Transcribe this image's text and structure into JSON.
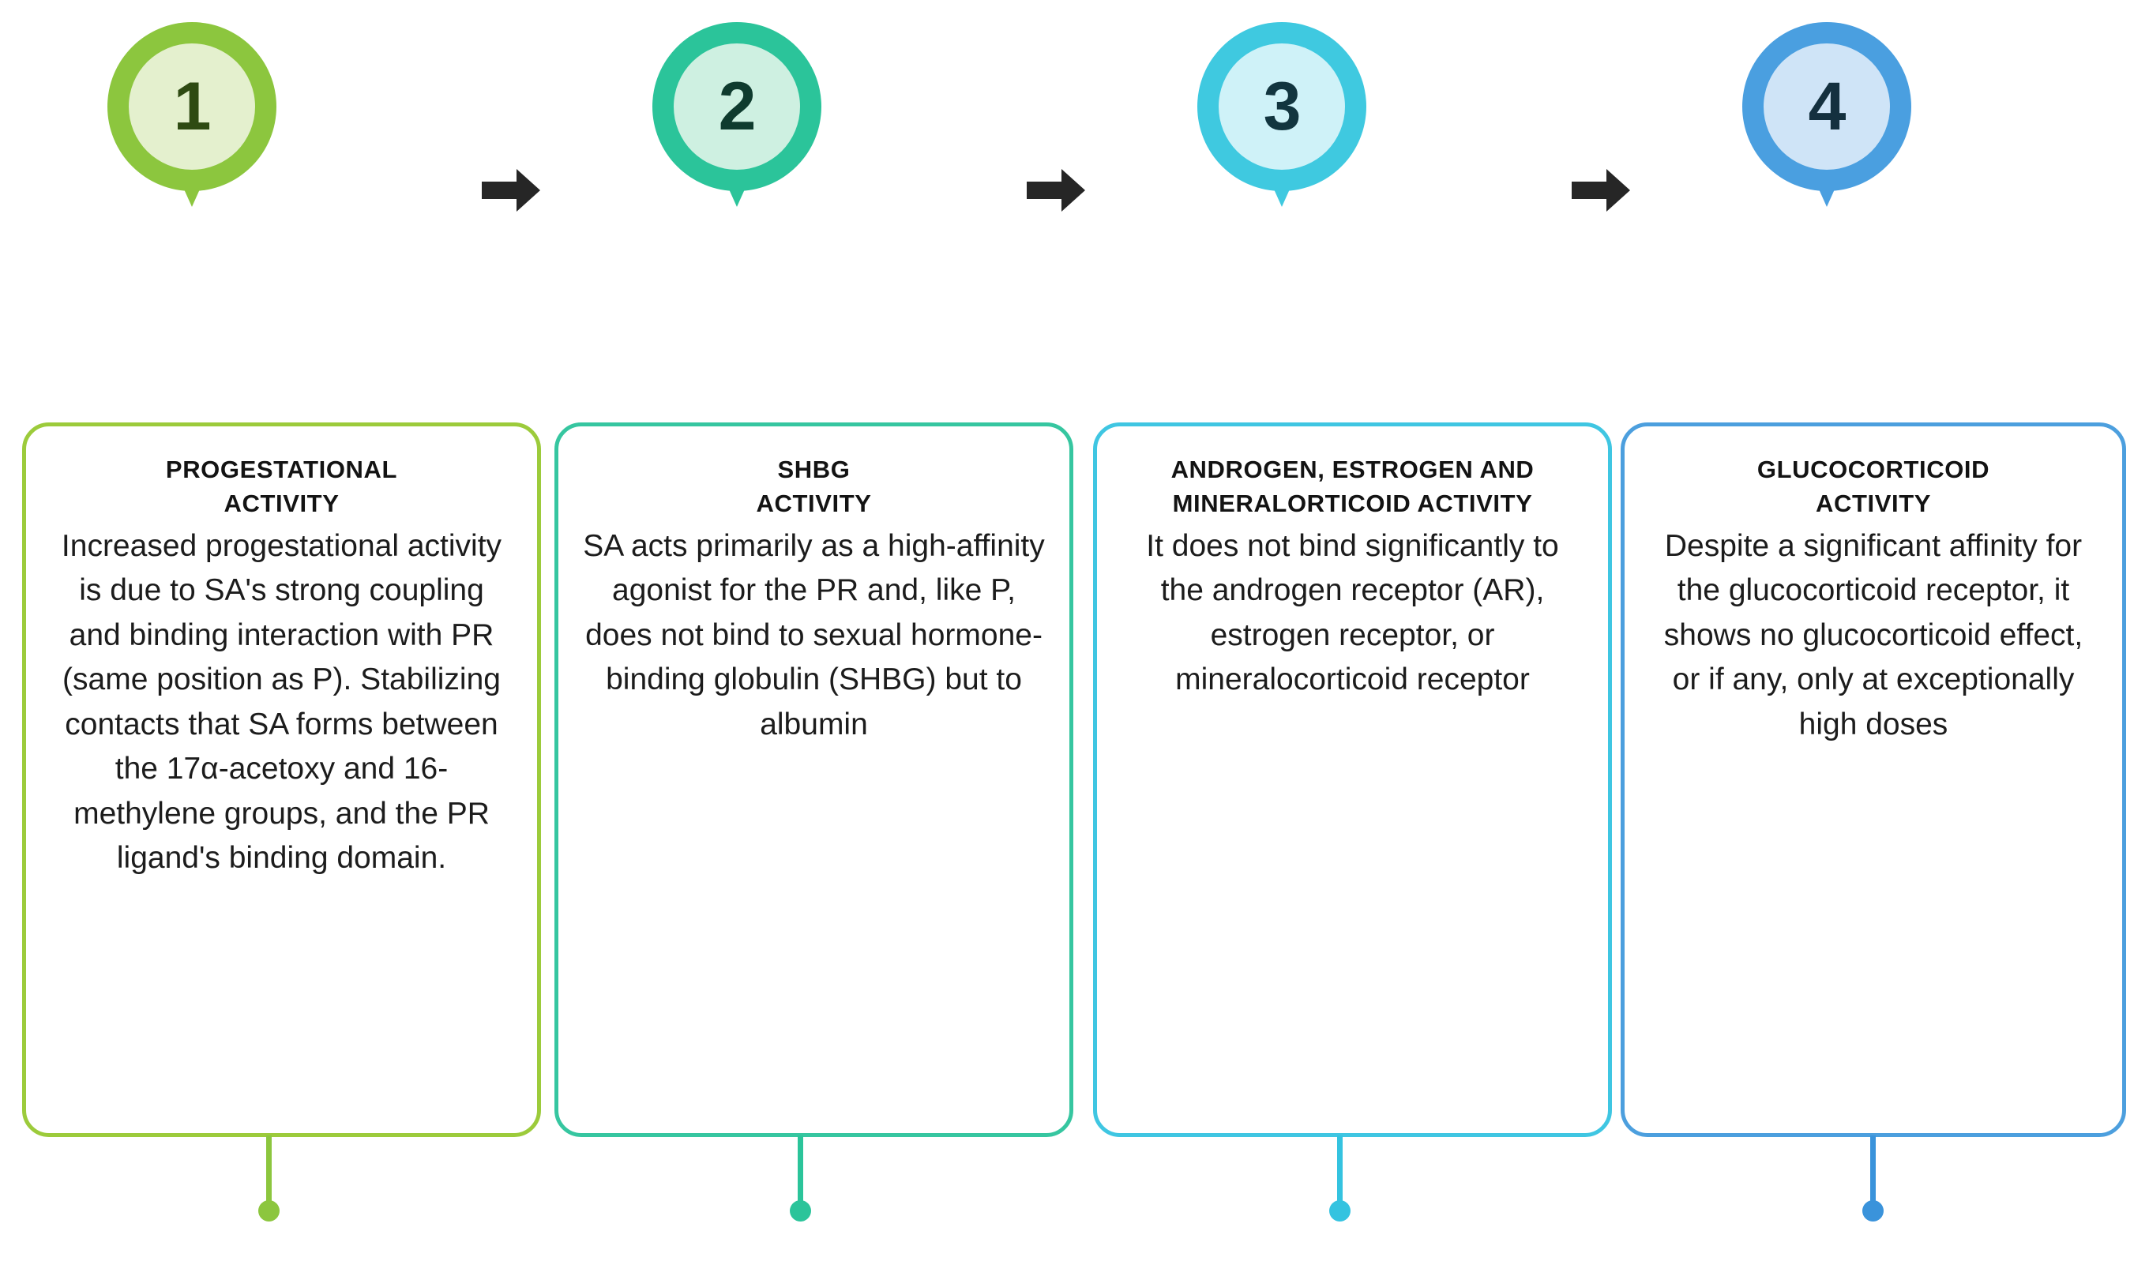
{
  "diagram": {
    "type": "4-step-process-flow",
    "title_semantic": "steroid-receptor-activity-profile",
    "orientation": "horizontal",
    "background": "#ffffff",
    "arrow_color": "#262626",
    "arrow_icon": "arrow-right-icon",
    "step_count": 4
  },
  "steps": [
    {
      "number": "1",
      "ring_color": "#8CC63E",
      "inner_color": "#E4F0CE",
      "number_color": "#2E4A12",
      "border_color": "#9CCB3B",
      "title": "PROGESTATIONAL\nACTIVITY",
      "body": "Increased progestational activity is due to SA's strong coupling and binding interaction with PR (same position as P). Stabilizing contacts that SA forms between the 17α-acetoxy and 16-methylene groups, and the PR ligand's binding domain.",
      "connector_color": "#8CC63E"
    },
    {
      "number": "2",
      "ring_color": "#2BC49A",
      "inner_color": "#CEF0E1",
      "number_color": "#0F3B2E",
      "border_color": "#36C6A0",
      "title": "SHBG\nACTIVITY",
      "body": "SA acts primarily as a high-affinity agonist for the PR and, like P, does not bind to sexual hormone-binding globulin (SHBG) but to albumin",
      "connector_color": "#2BC49A"
    },
    {
      "number": "3",
      "ring_color": "#3FC9E0",
      "inner_color": "#CFF2F8",
      "number_color": "#12353F",
      "border_color": "#3FC6E2",
      "title": "ANDROGEN, ESTROGEN AND\nMINERALORTICOID ACTIVITY",
      "body": "It does not bind significantly to the androgen receptor (AR), estrogen receptor, or mineralocorticoid receptor",
      "connector_color": "#34C3E0"
    },
    {
      "number": "4",
      "ring_color": "#4A9FE0",
      "inner_color": "#CFE4F7",
      "number_color": "#14303F",
      "border_color": "#4C9FDE",
      "title": "GLUCOCORTICOID\nACTIVITY",
      "body": "Despite a significant affinity for the glucocorticoid receptor, it shows no glucocorticoid effect, or if any, only at exceptionally high doses",
      "connector_color": "#3A93DB"
    }
  ]
}
